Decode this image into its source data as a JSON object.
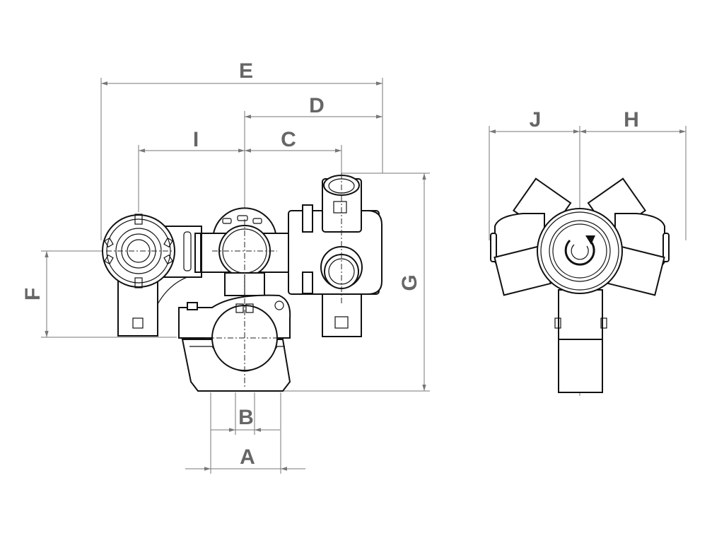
{
  "title": "Valve assembly dimension drawing",
  "dimension_labels": {
    "A": "A",
    "B": "B",
    "C": "C",
    "D": "D",
    "E": "E",
    "F": "F",
    "G": "G",
    "H": "H",
    "I": "I",
    "J": "J"
  },
  "colors": {
    "dimension": "#777777",
    "label": "#666666",
    "outline": "#111111"
  }
}
